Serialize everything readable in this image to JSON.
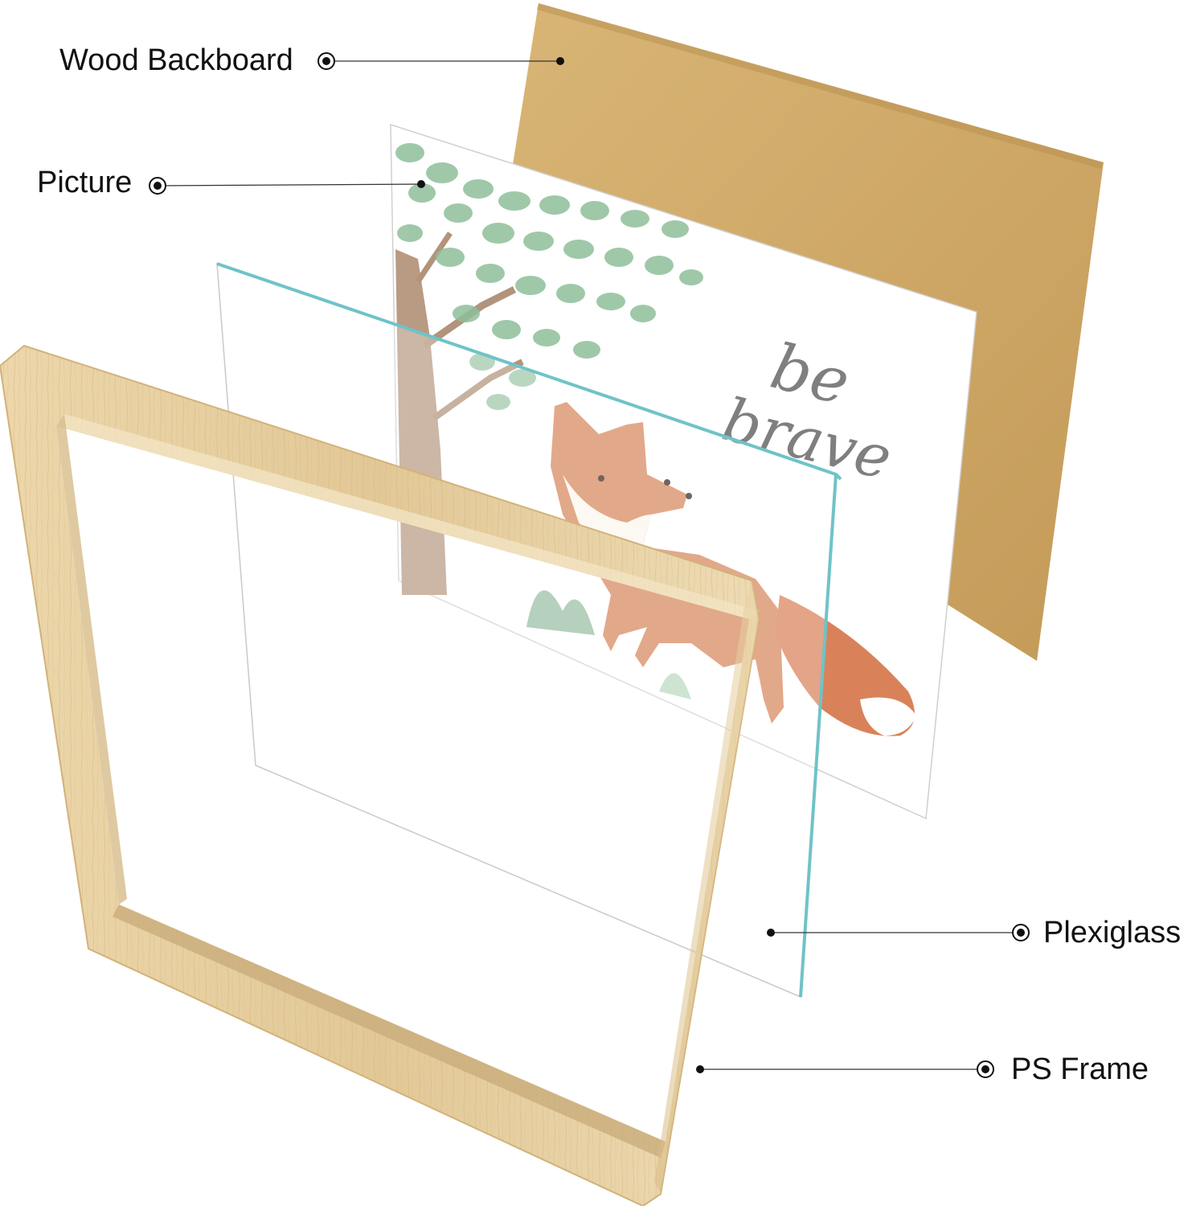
{
  "labels": {
    "backboard": "Wood Backboard",
    "picture": "Picture",
    "plexiglass": "Plexiglass",
    "frame": "PS Frame"
  },
  "artwork": {
    "line1": "be",
    "line2": "brave"
  },
  "colors": {
    "backboard": "#cfa868",
    "frame_wood": "#e6cfa0",
    "glass_edge": "#6fc3c8",
    "leaf": "#8fbf9a",
    "fox": "#d7875e",
    "script_text": "#7f7f7f",
    "leader_line": "#333333"
  },
  "icons": [
    "target-marker-icon",
    "dot-marker-icon"
  ]
}
